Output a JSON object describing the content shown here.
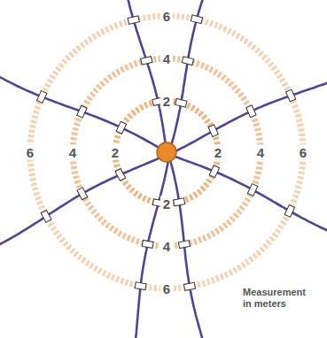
{
  "diagram": {
    "labels": [
      "6",
      "4",
      "2",
      "6",
      "4",
      "2",
      "2",
      "4",
      "6",
      "2",
      "4",
      "6",
      "Measurement in meters"
    ]
  }
}
